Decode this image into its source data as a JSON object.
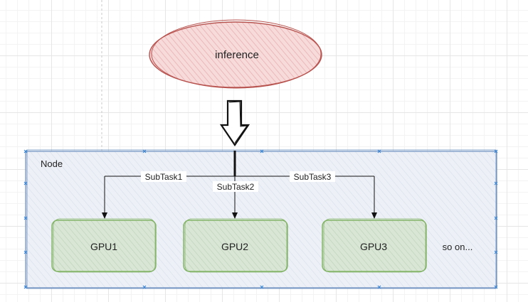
{
  "diagram": {
    "top_node": {
      "label": "inference",
      "fill": "#f5d3d3",
      "stroke": "#b85450"
    },
    "container": {
      "label": "Node",
      "fill": "#eaeff6",
      "stroke": "#6c8ebf"
    },
    "edges": [
      {
        "label": "SubTask1"
      },
      {
        "label": "SubTask2"
      },
      {
        "label": "SubTask3"
      }
    ],
    "gpus": [
      {
        "label": "GPU1"
      },
      {
        "label": "GPU2"
      },
      {
        "label": "GPU3"
      }
    ],
    "gpu_colors": {
      "fill": "#d5e4d2",
      "stroke": "#82b366"
    },
    "note": "so on..."
  }
}
